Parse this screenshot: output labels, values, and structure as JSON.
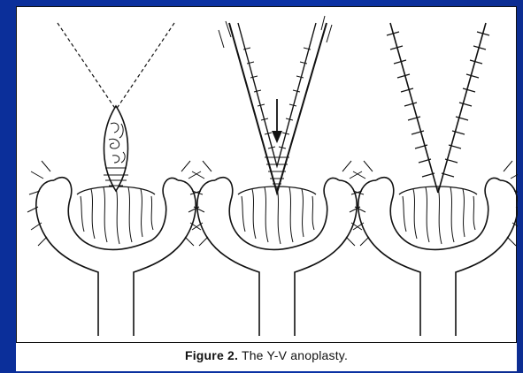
{
  "figure": {
    "caption_label": "Figure 2.",
    "caption_text": " The Y-V anoplasty.",
    "panels": [
      {
        "name": "step-1",
        "description_icon": "incision-diamond-icon"
      },
      {
        "name": "step-2",
        "description_icon": "advancement-flap-icon"
      },
      {
        "name": "step-3",
        "description_icon": "sutured-v-icon"
      }
    ]
  },
  "colors": {
    "background": "#0b33a6",
    "panel": "#ffffff",
    "ink": "#111111"
  }
}
